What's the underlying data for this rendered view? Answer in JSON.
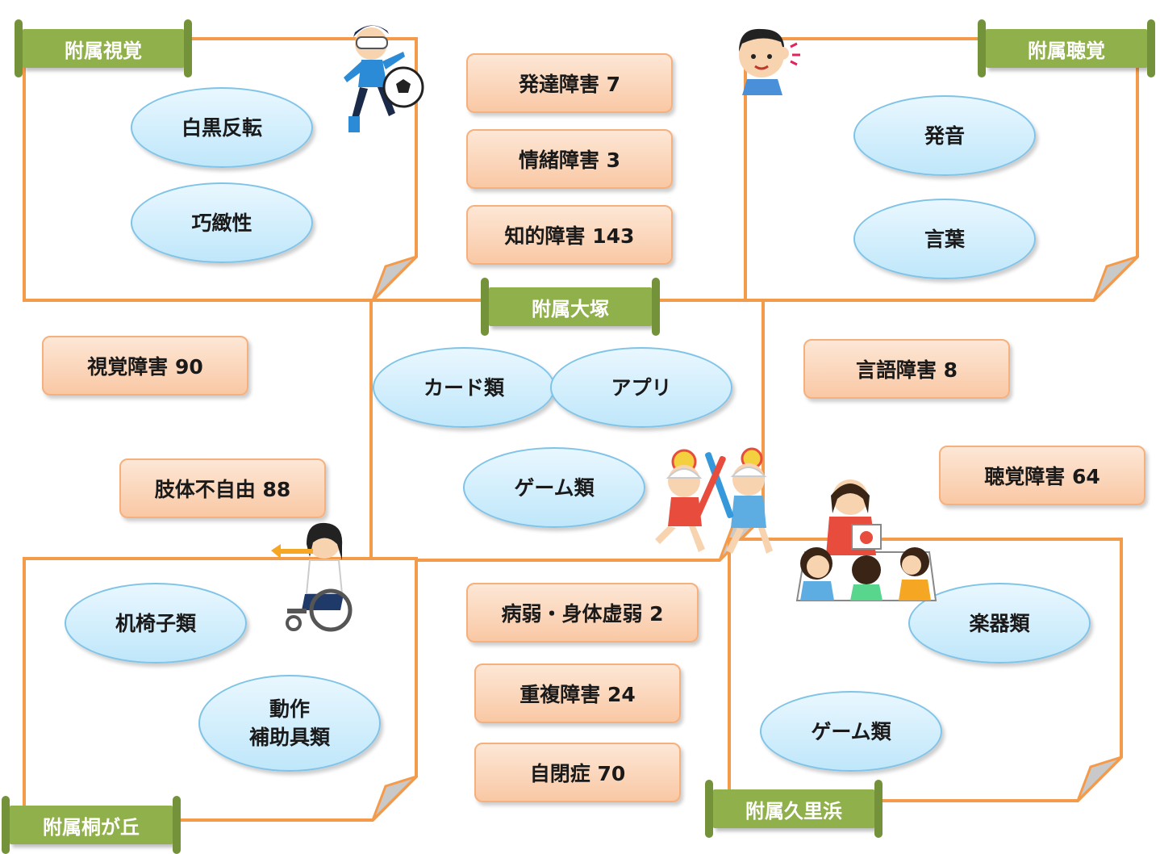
{
  "banners": {
    "visual": "附属視覚",
    "hearing": "附属聴覚",
    "otsuka": "附属大塚",
    "kirigaoka": "附属桐が丘",
    "kurihama": "附属久里浜"
  },
  "badges": {
    "developmental": "発達障害 7",
    "emotional": "情緒障害 3",
    "intellectual": "知的障害 143",
    "visual": "視覚障害 90",
    "physical": "肢体不自由 88",
    "language": "言語障害 8",
    "hearing": "聴覚障害 64",
    "health": "病弱・身体虚弱 2",
    "multiple": "重複障害 24",
    "autism": "自閉症 70"
  },
  "ellipses": {
    "visual_1": "白黒反転",
    "visual_2": "巧緻性",
    "hearing_1": "発音",
    "hearing_2": "言葉",
    "otsuka_1": "カード類",
    "otsuka_2": "アプリ",
    "otsuka_3": "ゲーム類",
    "kirigaoka_1": "机椅子類",
    "kirigaoka_2_line1": "動作",
    "kirigaoka_2_line2": "補助具類",
    "kurihama_1": "楽器類",
    "kurihama_2": "ゲーム類"
  },
  "colors": {
    "frame": "#f39b4b",
    "banner": "#8fb04a",
    "badge_fill": "#f9c8a4",
    "ellipse_fill": "#bfe7fa"
  }
}
